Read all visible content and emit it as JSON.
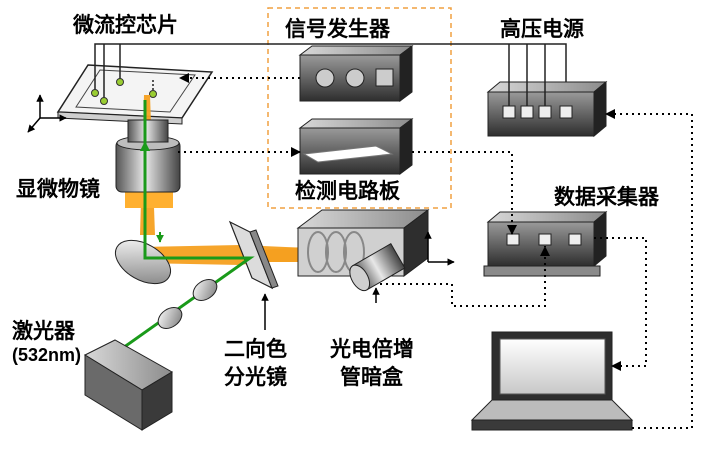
{
  "labels": {
    "microfluidic_chip": "微流控芯片",
    "signal_generator": "信号发生器",
    "high_voltage_supply": "高压电源",
    "microscope_objective": "显微物镜",
    "detection_board": "检测电路板",
    "data_acquisition": "数据采集器",
    "laser": "激光器",
    "laser_wavelength": "(532nm)",
    "dichroic_line1": "二向色",
    "dichroic_line2": "分光镜",
    "pmt_line1": "光电倍增",
    "pmt_line2": "管暗盒"
  },
  "colors": {
    "laser_beam": "#1a9a1a",
    "fluorescence": "#f5a020",
    "signal_frame": "#f0a040",
    "device_dark": "#3a3a3a",
    "device_mid": "#8a8a8a"
  }
}
